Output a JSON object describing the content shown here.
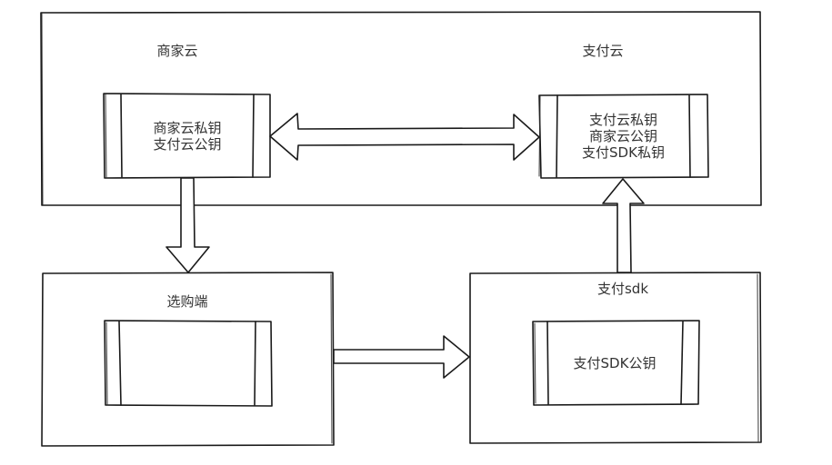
{
  "diagram": {
    "style": "hand-drawn sketch",
    "colors": {
      "stroke": "#1a1a1a",
      "text": "#333333",
      "background": "#ffffff"
    },
    "nodes": [
      {
        "id": "merchant_cloud",
        "title": "商家云",
        "inner_lines": [
          "商家云私钥",
          "支付云公钥"
        ]
      },
      {
        "id": "payment_cloud",
        "title": "支付云",
        "inner_lines": [
          "支付云私钥",
          "商家云公钥",
          "支付SDK私钥"
        ]
      },
      {
        "id": "shopping_client",
        "title": "选购端",
        "inner_lines": []
      },
      {
        "id": "payment_sdk",
        "title": "支付sdk",
        "inner_lines": [
          "支付SDK公钥"
        ]
      }
    ],
    "edges": [
      {
        "from": "merchant_cloud",
        "to": "payment_cloud",
        "direction": "bidirectional"
      },
      {
        "from": "merchant_cloud",
        "to": "shopping_client",
        "direction": "down"
      },
      {
        "from": "shopping_client",
        "to": "payment_sdk",
        "direction": "right"
      },
      {
        "from": "payment_sdk",
        "to": "payment_cloud",
        "direction": "up"
      }
    ]
  }
}
